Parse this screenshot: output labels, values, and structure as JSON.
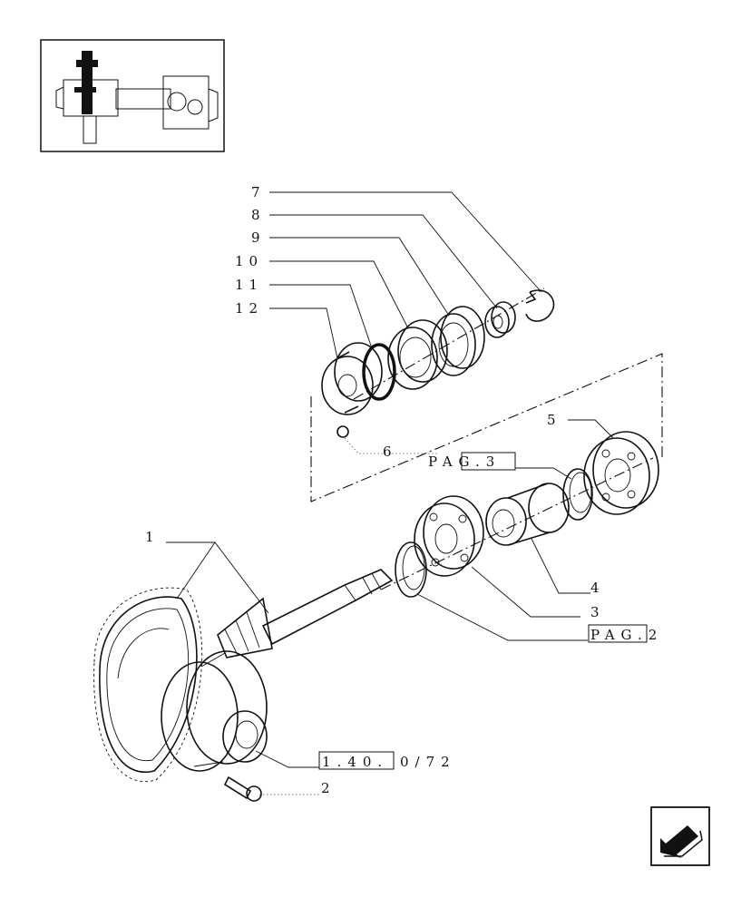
{
  "callouts": {
    "c1": "1",
    "c2": "2",
    "c3": "3",
    "c4": "4",
    "c5": "5",
    "c6": "6",
    "c7": "7",
    "c8": "8",
    "c9": "9",
    "c10": "10",
    "c11": "11",
    "c12": "12"
  },
  "references": {
    "pag3": "PAG.3",
    "pag2": "PAG.2",
    "ref_140_prefix": "1.40.",
    "ref_140_suffix": "0/72"
  },
  "icons": {
    "thumbnail": "axle-assembly-thumbnail-icon",
    "navigation": "back-arrow-icon"
  }
}
